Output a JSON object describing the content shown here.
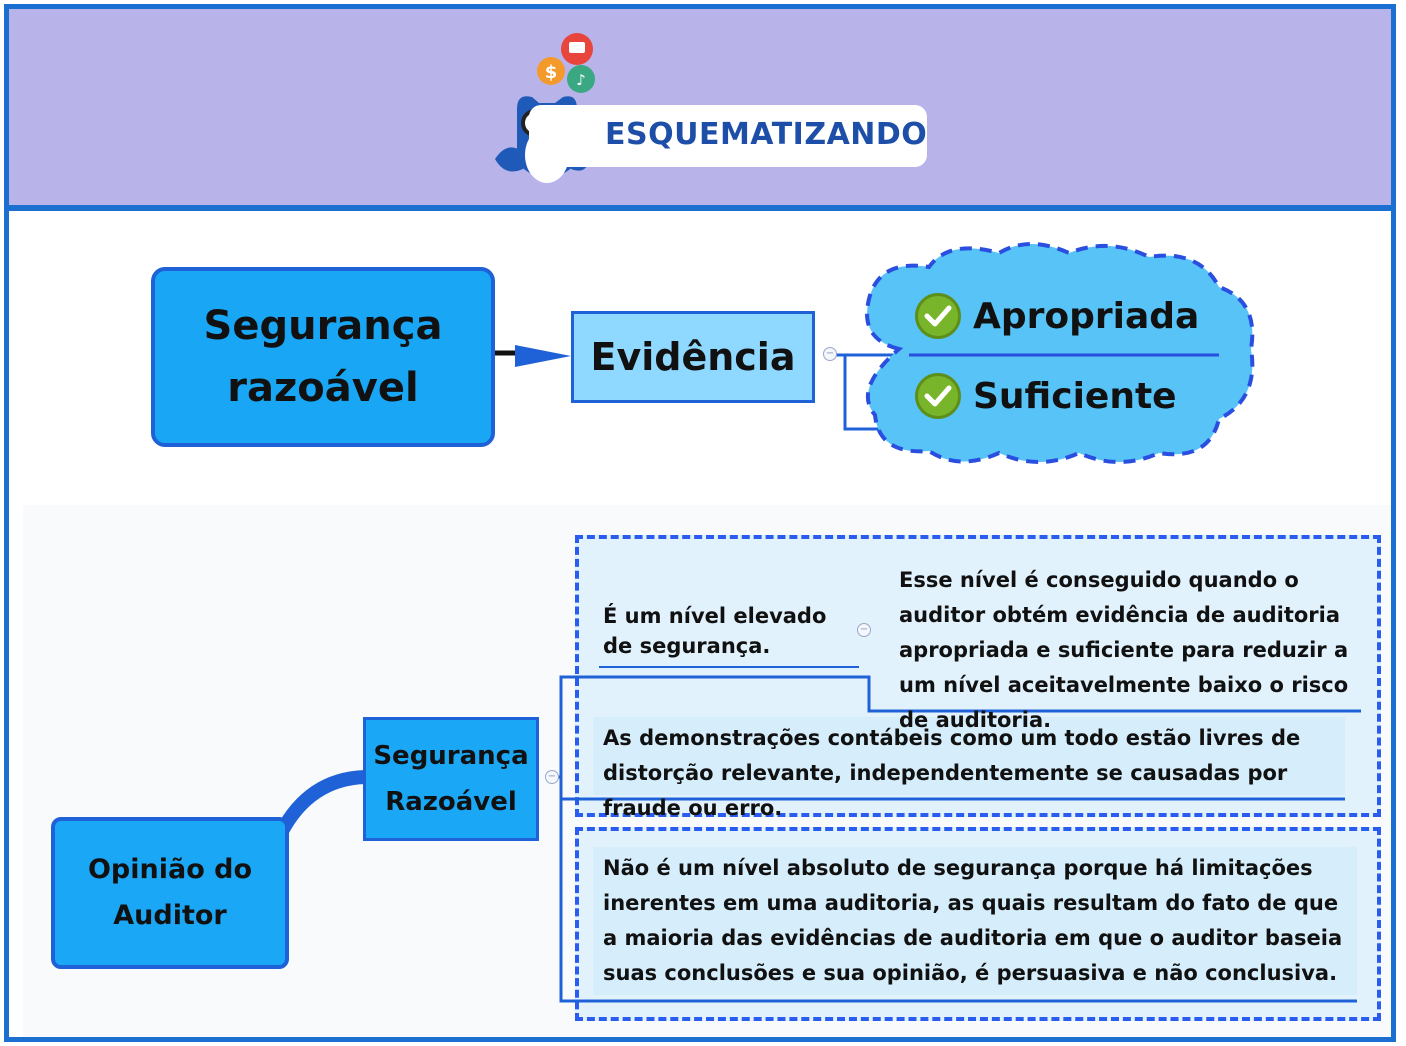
{
  "header": {
    "brand": "ESQUEMATIZANDO",
    "logo_icon": "owl-teacher-icon"
  },
  "top_map": {
    "root": "Segurança\nrazoável",
    "child": "Evidência",
    "leaves": [
      "Apropriada",
      "Suficiente"
    ]
  },
  "bottom_map": {
    "root": "Opinião do\nAuditor",
    "child": "Segurança\nRazoável",
    "branch_1": {
      "label": "É um nível elevado de segurança.",
      "detail": "Esse nível é conseguido quando o auditor obtém evidência de auditoria apropriada e suficiente para reduzir a um nível aceitavelmente baixo o risco de auditoria.",
      "note": "As demonstrações contábeis como um todo estão livres de distorção relevante, independentemente se causadas por fraude ou erro."
    },
    "branch_2": {
      "label": "Não é um nível absoluto de segurança porque há limitações inerentes em uma auditoria, as quais resultam do fato de que a maioria das evidências de auditoria em que o auditor baseia suas conclusões e sua opinião, é persuasiva e não conclusiva."
    }
  },
  "colors": {
    "frame": "#1a6fd0",
    "header_bg": "#b8b3e8",
    "node_fill": "#19a6f5",
    "node_border": "#1f62d8",
    "cloud_fill": "#57c3f7",
    "check_green": "#79b52a"
  }
}
